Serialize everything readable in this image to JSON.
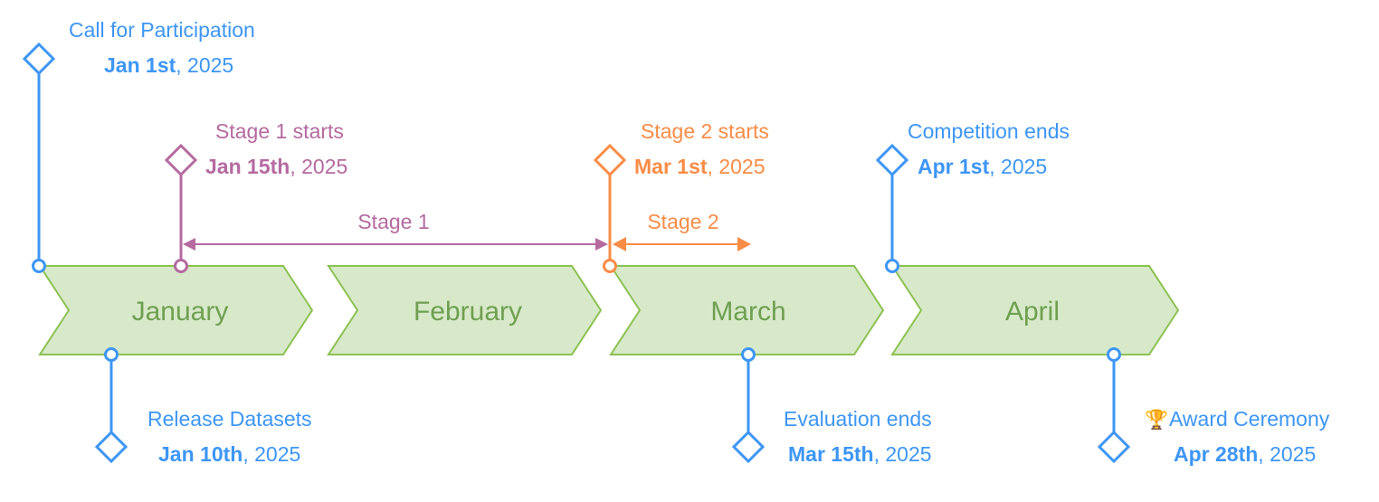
{
  "diagram": {
    "type": "timeline",
    "title_visible": false,
    "colors": {
      "blue": "#3d96f5",
      "purple": "#b56aa0",
      "orange": "#fa8c46",
      "band_fill": "#d7e9c9",
      "band_stroke": "#8cc152",
      "month_text": "#6f9f52",
      "background": "#ffffff"
    },
    "months": [
      {
        "label": "January"
      },
      {
        "label": "February"
      },
      {
        "label": "March"
      },
      {
        "label": "April"
      }
    ],
    "stages": [
      {
        "label": "Stage 1",
        "color": "#b56aa0"
      },
      {
        "label": "Stage 2",
        "color": "#fa8c46"
      }
    ],
    "events_above": [
      {
        "title": "Call for Participation",
        "date_bold": "Jan 1st",
        "date_rest": ", 2025",
        "color": "#3d96f5",
        "icon": ""
      },
      {
        "title": "Stage 1 starts",
        "date_bold": "Jan 15th",
        "date_rest": ", 2025",
        "color": "#b56aa0",
        "icon": ""
      },
      {
        "title": "Stage 2 starts",
        "date_bold": "Mar 1st",
        "date_rest": ", 2025",
        "color": "#fa8c46",
        "icon": ""
      },
      {
        "title": "Competition ends",
        "date_bold": "Apr 1st",
        "date_rest": ", 2025",
        "color": "#3d96f5",
        "icon": ""
      }
    ],
    "events_below": [
      {
        "title": "Release Datasets",
        "date_bold": "Jan 10th",
        "date_rest": ", 2025",
        "color": "#3d96f5",
        "icon": ""
      },
      {
        "title": "Evaluation ends",
        "date_bold": "Mar 15th",
        "date_rest": ", 2025",
        "color": "#3d96f5",
        "icon": ""
      },
      {
        "title": "Award Ceremony",
        "date_bold": "Apr 28th",
        "date_rest": ", 2025",
        "color": "#3d96f5",
        "icon": "🏆"
      }
    ]
  }
}
